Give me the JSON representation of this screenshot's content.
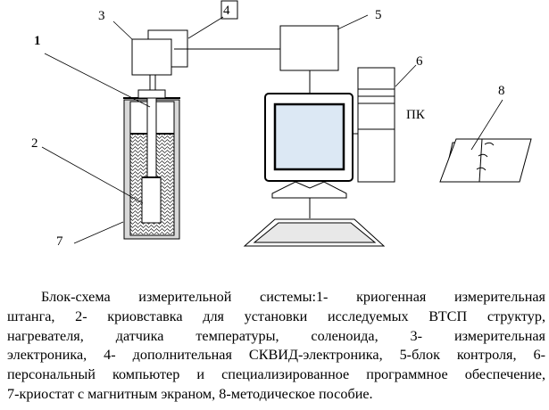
{
  "labels": {
    "n1": "1",
    "n2": "2",
    "n3": "3",
    "n4": "4",
    "n5": "5",
    "n6": "6",
    "n7": "7",
    "n8": "8",
    "pc": "ПК"
  },
  "caption": {
    "lines": [
      "Блок-схема измерительной системы:1- криогенная измерительная",
      "штанга, 2- криовставка для установки исследуемых ВТСП структур,",
      "нагревателя, датчика температуры, соленоида, 3- измерительная",
      "электроника, 4- дополнительная СКВИД-электроника, 5-блок контроля, 6-",
      "персональный компьютер и специализированное программное обеспечение,",
      "7-криостат с магнитным экраном, 8-методическое пособие."
    ]
  },
  "colors": {
    "screen": "#dce8f4",
    "wall": "#d8d8d8",
    "keyboard": "#e8e8e8"
  }
}
